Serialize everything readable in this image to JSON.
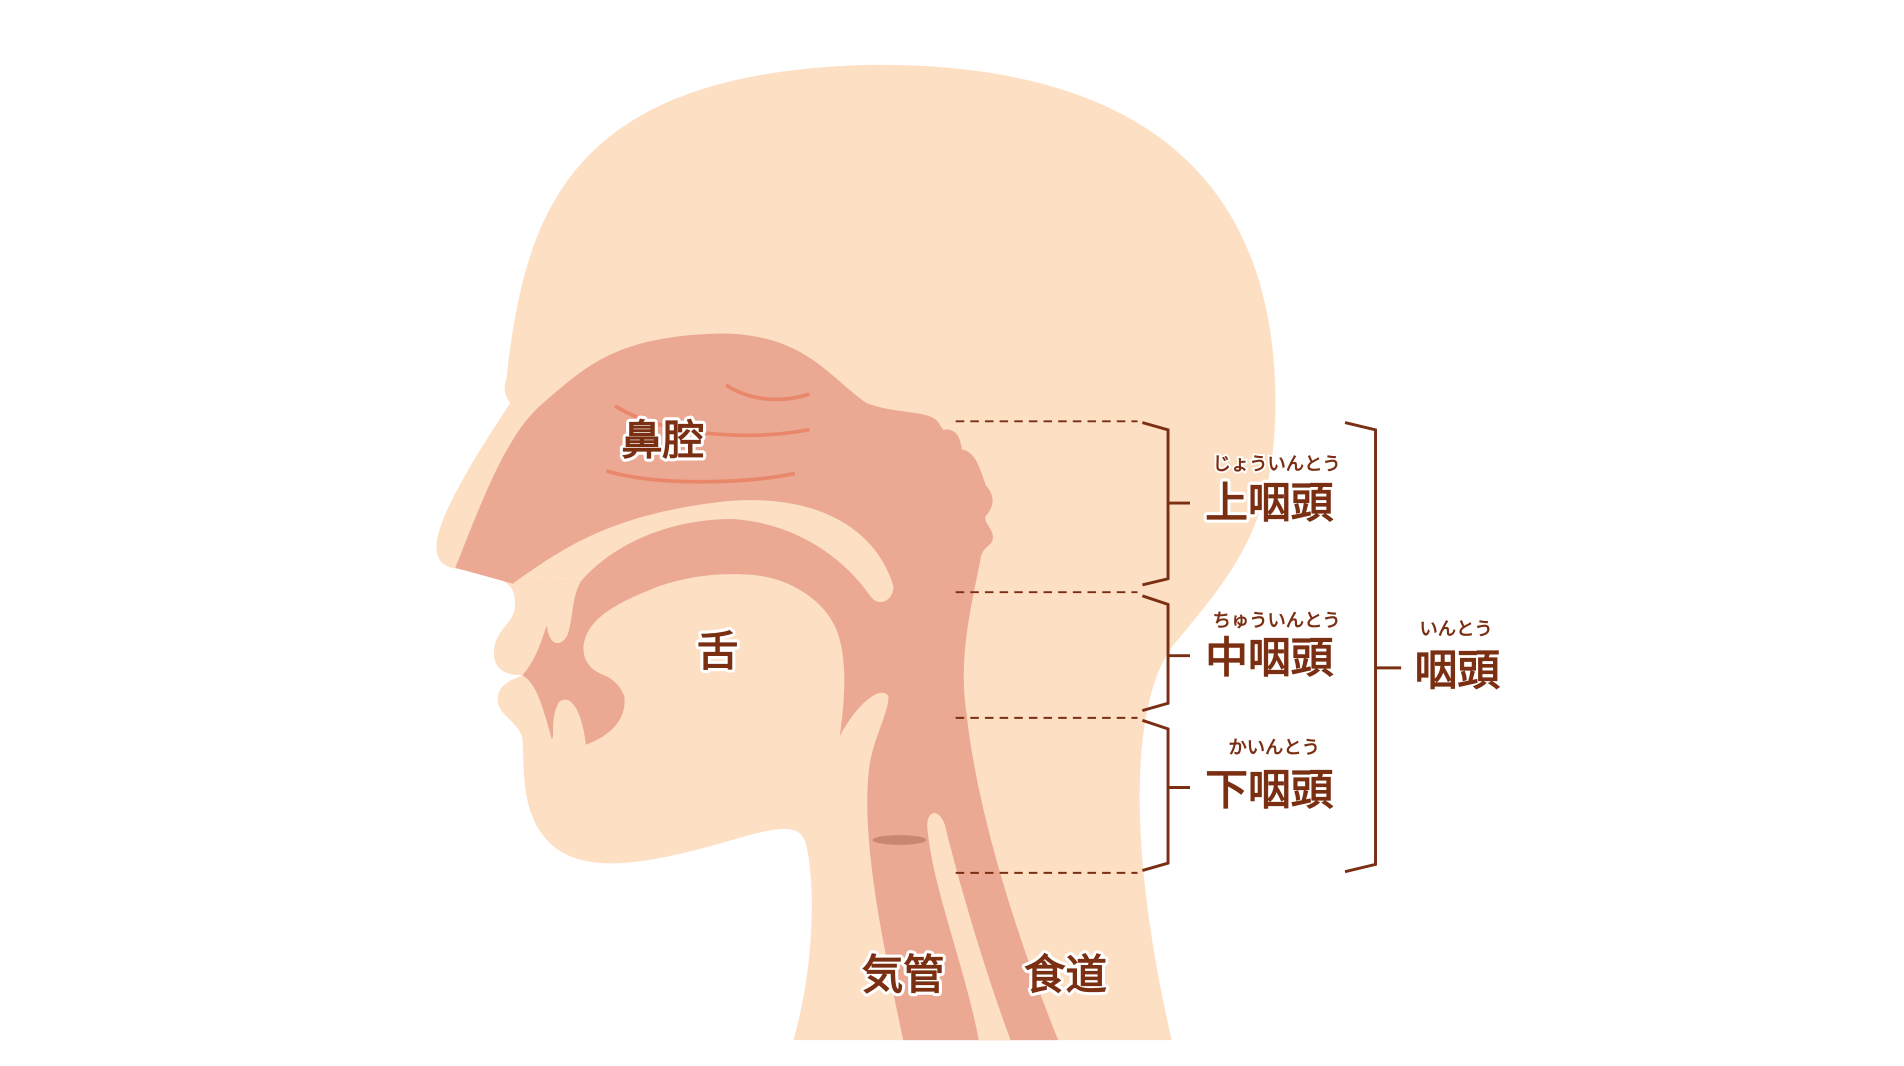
{
  "colors": {
    "skin": "#FDDFC4",
    "tissue": "#EBA994",
    "line": "#E8876A",
    "label": "#7A2E12"
  },
  "labels": {
    "nasal_cavity": "鼻腔",
    "tongue": "舌",
    "trachea": "気管",
    "esophagus": "食道",
    "nasopharynx": {
      "text": "上咽頭",
      "ruby": "じょういんとう"
    },
    "oropharynx": {
      "text": "中咽頭",
      "ruby": "ちゅういんとう"
    },
    "hypopharynx": {
      "text": "下咽頭",
      "ruby": "かいんとう"
    },
    "pharynx": {
      "text": "咽頭",
      "ruby": "いんとう"
    }
  }
}
